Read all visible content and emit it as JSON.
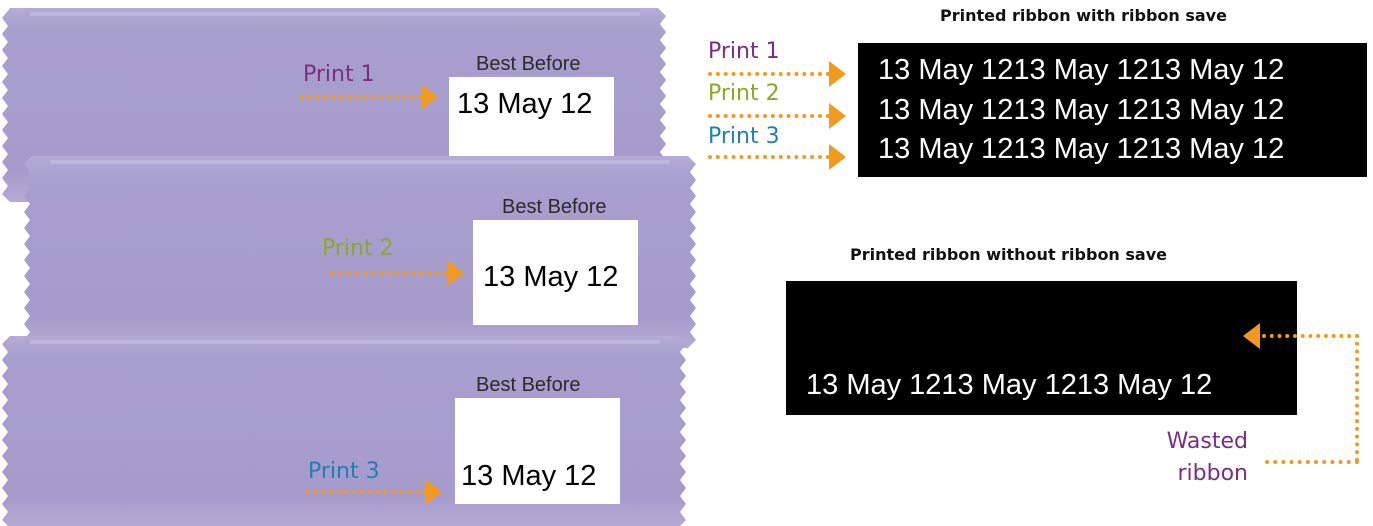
{
  "packs": [
    {
      "best_before": "Best Before",
      "date": "13 May 12",
      "print_label": "Print 1"
    },
    {
      "best_before": "Best Before",
      "date": "13 May 12",
      "print_label": "Print 2"
    },
    {
      "best_before": "Best Before",
      "date": "13 May 12",
      "print_label": "Print 3"
    }
  ],
  "ribbon_save": {
    "title": "Printed ribbon with ribbon save",
    "labels": [
      "Print 1",
      "Print 2",
      "Print 3"
    ],
    "lines": [
      "13 May 1213 May 1213 May 12",
      "13 May 1213 May 1213 May 12",
      "13 May 1213 May 1213 May 12"
    ]
  },
  "ribbon_nosave": {
    "title": "Printed ribbon without ribbon save",
    "line": "13 May 1213 May 1213 May 12",
    "wasted_line1": "Wasted",
    "wasted_line2": "ribbon"
  },
  "colors": {
    "print1": "#7b2c83",
    "print2": "#8ea62a",
    "print3": "#1f7fb3",
    "arrow": "#f29a1f",
    "pack": "#a69ccc",
    "wasted": "#7b2c83"
  }
}
